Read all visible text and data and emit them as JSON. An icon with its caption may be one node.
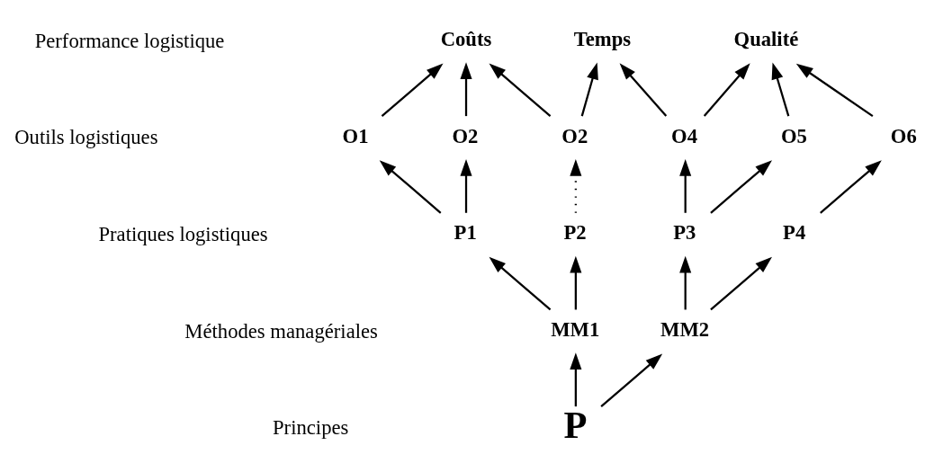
{
  "diagram": {
    "nodes": [
      {
        "text": [
          "Coûts"
        ]
      },
      {
        "text": [
          "Temps"
        ]
      },
      {
        "text": [
          "Qualité"
        ]
      },
      {
        "text": [
          "O1"
        ]
      },
      {
        "text": [
          "O2"
        ]
      },
      {
        "text": [
          "O2"
        ]
      },
      {
        "text": [
          "O4"
        ]
      },
      {
        "text": [
          "O5"
        ]
      },
      {
        "text": [
          "O6"
        ]
      },
      {
        "text": [
          "P1"
        ]
      },
      {
        "text": [
          "P2"
        ]
      },
      {
        "text": [
          "P3"
        ]
      },
      {
        "text": [
          "P4"
        ]
      },
      {
        "text": [
          "MM1"
        ]
      },
      {
        "text": [
          "MM2"
        ]
      },
      {
        "text": [
          "P"
        ]
      }
    ],
    "edges": [
      {
        "from": 15,
        "to": 13,
        "arrow": "to"
      },
      {
        "from": 15,
        "to": 14,
        "arrow": "to"
      },
      {
        "from": 13,
        "to": 9,
        "arrow": "to"
      },
      {
        "from": 13,
        "to": 10,
        "arrow": "to"
      },
      {
        "from": 14,
        "to": 11,
        "arrow": "to"
      },
      {
        "from": 14,
        "to": 12,
        "arrow": "to"
      },
      {
        "from": 9,
        "to": 3,
        "arrow": "to"
      },
      {
        "from": 9,
        "to": 4,
        "arrow": "to"
      },
      {
        "from": 10,
        "to": 5,
        "arrow": "to",
        "style": "dashed"
      },
      {
        "from": 11,
        "to": 6,
        "arrow": "to"
      },
      {
        "from": 11,
        "to": 7,
        "arrow": "to"
      },
      {
        "from": 12,
        "to": 8,
        "arrow": "to"
      },
      {
        "from": 3,
        "to": 0,
        "arrow": "to"
      },
      {
        "from": 4,
        "to": 0,
        "arrow": "to"
      },
      {
        "from": 5,
        "to": 0,
        "arrow": "to"
      },
      {
        "from": 5,
        "to": 1,
        "arrow": "to"
      },
      {
        "from": 6,
        "to": 1,
        "arrow": "to"
      },
      {
        "from": 6,
        "to": 2,
        "arrow": "to"
      },
      {
        "from": 7,
        "to": 2,
        "arrow": "to"
      },
      {
        "from": 8,
        "to": 2,
        "arrow": "to"
      }
    ],
    "labels": [
      "Performance logistique",
      "Outils logistiques",
      "Pratiques logistiques",
      "Méthodes managériales",
      "Principes"
    ]
  }
}
